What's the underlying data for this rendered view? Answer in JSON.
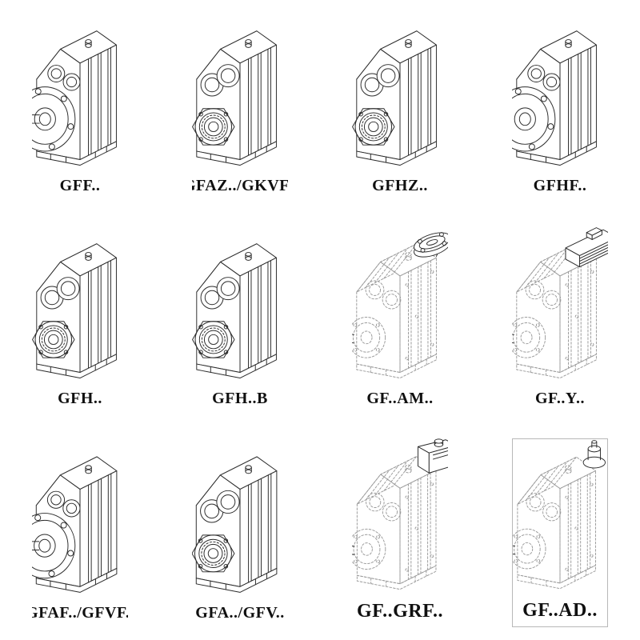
{
  "catalog": {
    "items": [
      {
        "label": "GFF..",
        "drawing": "gearbox-output-flange-solid-shaft"
      },
      {
        "label": "GFAZ../GKVF..",
        "drawing": "gearbox-hollow-shaft-bearing-face"
      },
      {
        "label": "GFHZ..",
        "drawing": "gearbox-hollow-shaft-bearing-face"
      },
      {
        "label": "GFHF..",
        "drawing": "gearbox-output-flange-hollow-shaft"
      },
      {
        "label": "GFH..",
        "drawing": "gearbox-hollow-shaft-bearing-face"
      },
      {
        "label": "GFH..B",
        "drawing": "gearbox-hollow-shaft-foot-mounted"
      },
      {
        "label": "GF..AM..",
        "drawing": "gearbox-ghost-iec-adapter-flange"
      },
      {
        "label": "GF..Y..",
        "drawing": "gearbox-ghost-with-motor"
      },
      {
        "label": "GFAF../GFVF..",
        "drawing": "gearbox-output-flange-solid-shaft"
      },
      {
        "label": "GFA../GFV..",
        "drawing": "gearbox-hollow-shaft-bearing-face"
      },
      {
        "label": "GF..GRF..",
        "drawing": "gearbox-ghost-servo-adapter"
      },
      {
        "label": "GF..AD..",
        "drawing": "gearbox-ghost-input-shaft-adapter"
      }
    ],
    "line_colors": {
      "solid": "#2a2a2a",
      "ghost": "#9a9a9a"
    }
  }
}
